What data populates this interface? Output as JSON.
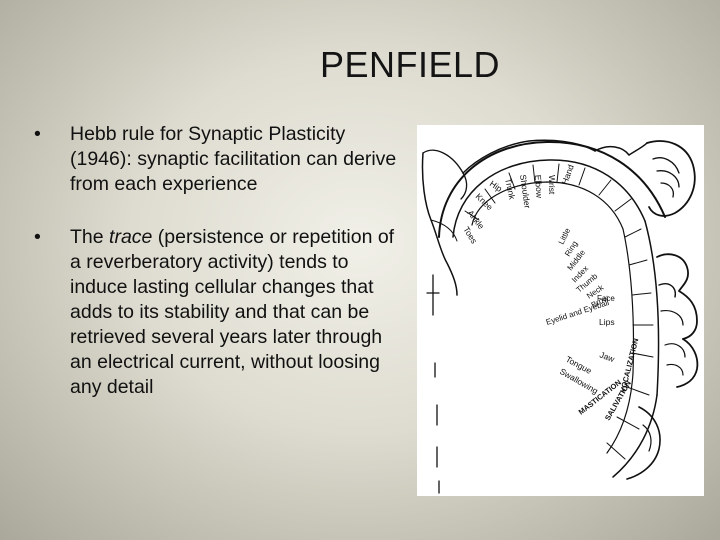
{
  "slide": {
    "title": "PENFIELD",
    "bullet_glyph": "•",
    "bullets": [
      {
        "text": "Hebb rule for Synaptic Plasticity (1946): synaptic facilitation can derive from each experience"
      },
      {
        "before": "The ",
        "emphasis": "trace",
        "after": " (persistence or repetition of a reverberatory activity) tends to induce lasting cellular changes that adds to its stability and that can be retrieved several years later through an electrical current, without loosing any detail"
      }
    ]
  },
  "homunculus": {
    "labels": {
      "hip": "Hip",
      "trunk": "Trunk",
      "shoulder": "Shoulder",
      "elbow": "Elbow",
      "wrist": "Wrist",
      "hand": "Hand",
      "knee": "Knee",
      "ankle": "Ankle",
      "toes": "Toes",
      "little": "Little",
      "ring": "Ring",
      "middle": "Middle",
      "index": "Index",
      "thumb": "Thumb",
      "neck": "Neck",
      "brow": "Brow",
      "eyelid_eyeball": "Eyelid and Eyeball",
      "face": "Face",
      "lips": "Lips",
      "jaw": "Jaw",
      "tongue": "Tongue",
      "swallowing": "Swallowing",
      "mastication": "MASTICATION",
      "salivation": "SALIVATION",
      "vocalization": "VOCALIZATION"
    }
  }
}
